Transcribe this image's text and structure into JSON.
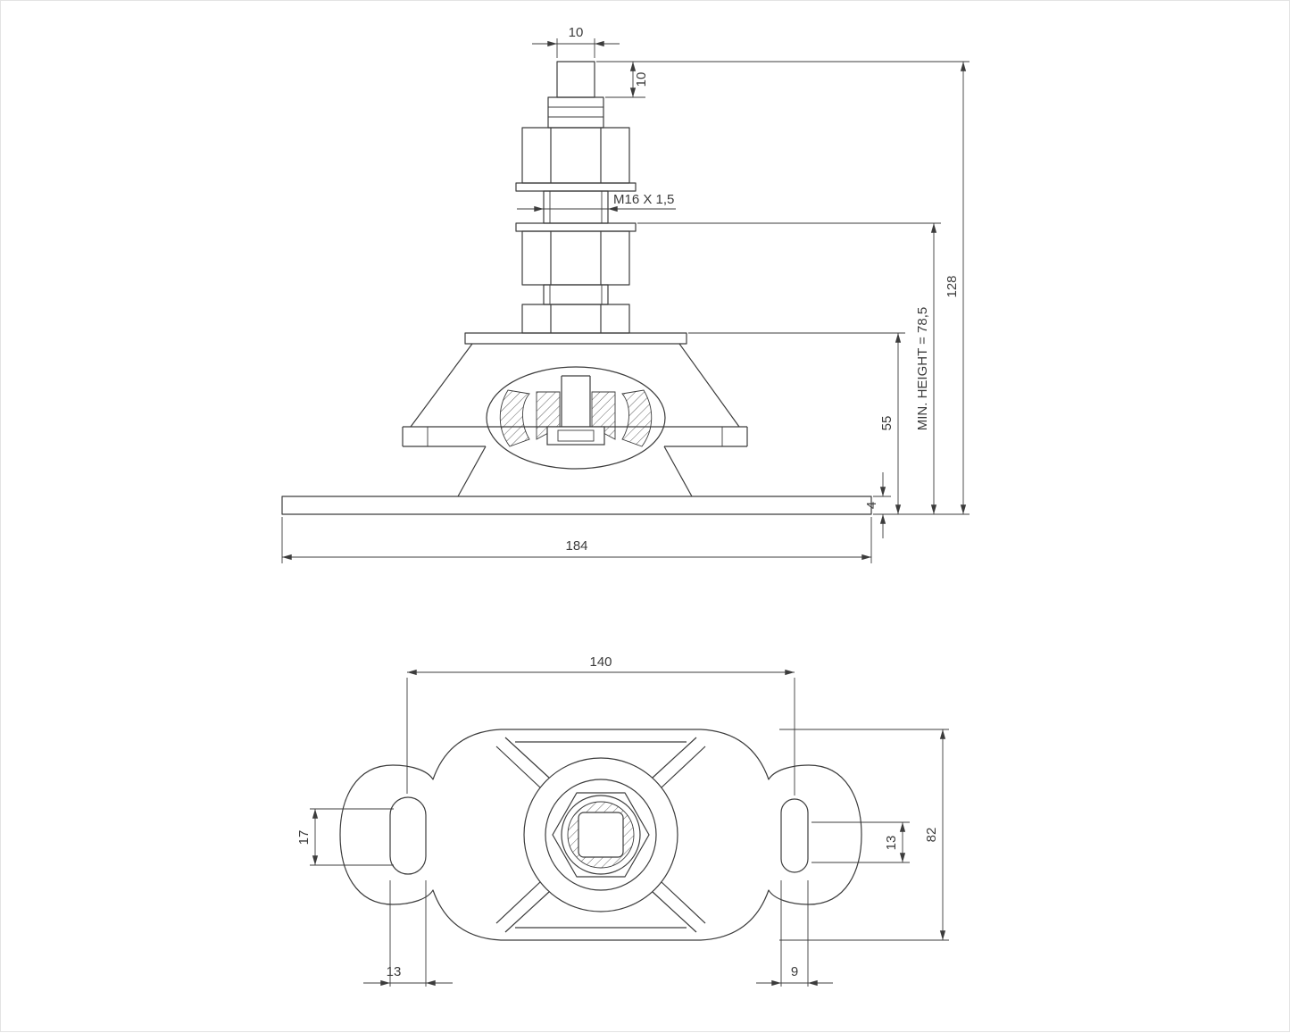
{
  "colors": {
    "line": "#3c3c3c",
    "background": "#ffffff"
  },
  "side_view": {
    "dimensions": {
      "stud_flat_width": "10",
      "stud_top_height": "10",
      "thread_spec": "M16 X 1,5",
      "overall_height": "128",
      "min_height": "MIN. HEIGHT = 78,5",
      "mount_height": "55",
      "base_plate_thickness": "4",
      "base_plate_width": "184"
    }
  },
  "plan_view": {
    "dimensions": {
      "hole_center_distance": "140",
      "overall_depth": "82",
      "left_slot_length": "17",
      "right_slot_offset": "13",
      "left_slot_width": "13",
      "right_slot_width": "9"
    }
  }
}
